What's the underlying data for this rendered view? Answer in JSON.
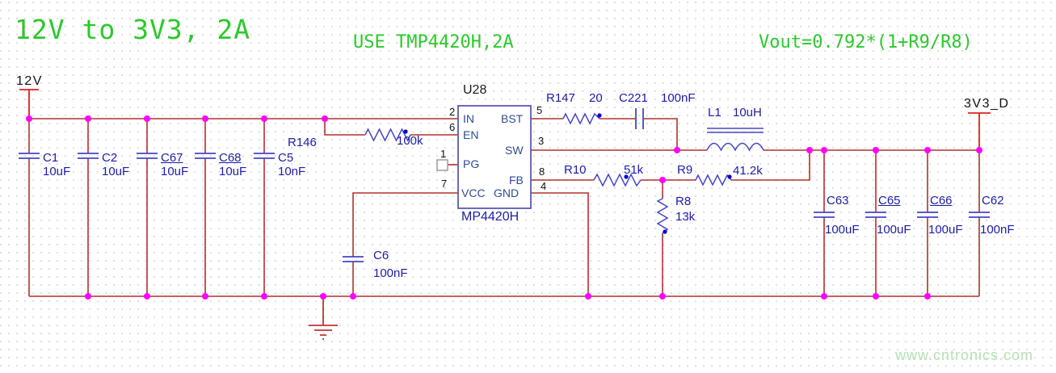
{
  "title": "12V to 3V3, 2A",
  "annotations": {
    "use_note": "USE TMP4420H,2A",
    "vout_note": "Vout=0.792*(1+R9/R8)"
  },
  "watermark": "www.cntronics.com",
  "nets": {
    "input": "12V",
    "output": "3V3_D"
  },
  "ic": {
    "designator": "U28",
    "part_number": "MP4420H",
    "pins": {
      "in": {
        "number": "2",
        "name": "IN"
      },
      "en": {
        "number": "6",
        "name": "EN"
      },
      "pg": {
        "number": "1",
        "name": "PG"
      },
      "vcc": {
        "number": "7",
        "name": "VCC"
      },
      "bst": {
        "number": "5",
        "name": "BST"
      },
      "sw": {
        "number": "3",
        "name": "SW"
      },
      "fb": {
        "number": "8",
        "name": "FB"
      },
      "gnd": {
        "number": "4",
        "name": "GND"
      }
    }
  },
  "components": {
    "c1": {
      "ref": "C1",
      "value": "10uF"
    },
    "c2": {
      "ref": "C2",
      "value": "10uF"
    },
    "c67": {
      "ref": "C67",
      "value": "10uF"
    },
    "c68": {
      "ref": "C68",
      "value": "10uF"
    },
    "c5": {
      "ref": "C5",
      "value": "10nF"
    },
    "c6": {
      "ref": "C6",
      "value": "100nF"
    },
    "r146": {
      "ref": "R146",
      "value": "100k"
    },
    "r147": {
      "ref": "R147",
      "value": "20"
    },
    "c221": {
      "ref": "C221",
      "value": "100nF"
    },
    "l1": {
      "ref": "L1",
      "value": "10uH"
    },
    "r10": {
      "ref": "R10",
      "value": "51k"
    },
    "r9": {
      "ref": "R9",
      "value": "41.2k"
    },
    "r8": {
      "ref": "R8",
      "value": "13k"
    },
    "c63": {
      "ref": "C63",
      "value": "100uF"
    },
    "c65": {
      "ref": "C65",
      "value": "100uF"
    },
    "c66": {
      "ref": "C66",
      "value": "100uF"
    },
    "c62": {
      "ref": "C62",
      "value": "100nF"
    }
  },
  "colors": {
    "wire": "#b23030",
    "power": "#e02020",
    "symbol": "#4646c8",
    "label": "#1c1ca8",
    "junction": "#ff00ff",
    "node_dot": "#0000cc",
    "title_green": "#2dc82d"
  }
}
